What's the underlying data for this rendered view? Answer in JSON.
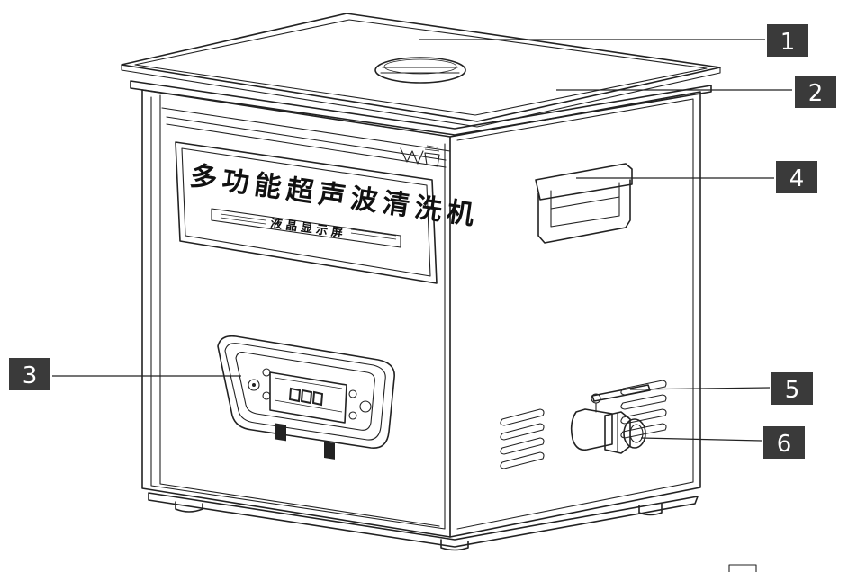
{
  "panel": {
    "title": "多功能超声波清洗机",
    "subtitle": "液晶显示屏"
  },
  "callouts": [
    {
      "number": "1"
    },
    {
      "number": "2"
    },
    {
      "number": "3"
    },
    {
      "number": "4"
    },
    {
      "number": "5"
    },
    {
      "number": "6"
    }
  ],
  "colors": {
    "callout_fill": "#3a3a3a",
    "line": "#222222"
  },
  "icons": {
    "brand_mark": "wash-basket-icon"
  }
}
